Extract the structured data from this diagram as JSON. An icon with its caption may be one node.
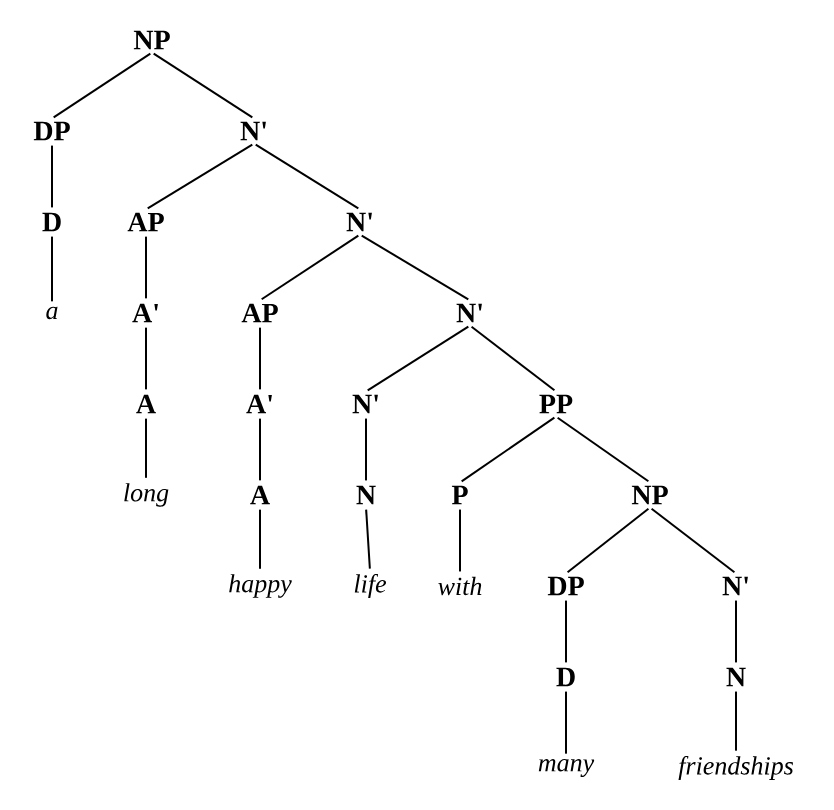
{
  "diagram": {
    "nodes": [
      {
        "text": [
          "NP"
        ]
      },
      {
        "text": [
          "DP"
        ]
      },
      {
        "text": [
          "N'"
        ]
      },
      {
        "text": [
          "D"
        ]
      },
      {
        "text": [
          "AP"
        ]
      },
      {
        "text": [
          "N'"
        ]
      },
      {
        "text": [
          "a"
        ]
      },
      {
        "text": [
          "A'"
        ]
      },
      {
        "text": [
          "AP"
        ]
      },
      {
        "text": [
          "N'"
        ]
      },
      {
        "text": [
          "A"
        ]
      },
      {
        "text": [
          "A'"
        ]
      },
      {
        "text": [
          "N'"
        ]
      },
      {
        "text": [
          "PP"
        ]
      },
      {
        "text": [
          "long"
        ]
      },
      {
        "text": [
          "A"
        ]
      },
      {
        "text": [
          "N"
        ]
      },
      {
        "text": [
          "P"
        ]
      },
      {
        "text": [
          "NP"
        ]
      },
      {
        "text": [
          "happy"
        ]
      },
      {
        "text": [
          "life"
        ]
      },
      {
        "text": [
          "with"
        ]
      },
      {
        "text": [
          "DP"
        ]
      },
      {
        "text": [
          "N'"
        ]
      },
      {
        "text": [
          "D"
        ]
      },
      {
        "text": [
          "N"
        ]
      },
      {
        "text": [
          "many"
        ]
      },
      {
        "text": [
          "friendships"
        ]
      }
    ],
    "edges": [
      {
        "from": 0,
        "to": 1,
        "arrow": "none"
      },
      {
        "from": 0,
        "to": 2,
        "arrow": "none"
      },
      {
        "from": 1,
        "to": 3,
        "arrow": "none"
      },
      {
        "from": 2,
        "to": 4,
        "arrow": "none"
      },
      {
        "from": 2,
        "to": 5,
        "arrow": "none"
      },
      {
        "from": 3,
        "to": 6,
        "arrow": "none"
      },
      {
        "from": 4,
        "to": 7,
        "arrow": "none"
      },
      {
        "from": 5,
        "to": 8,
        "arrow": "none"
      },
      {
        "from": 5,
        "to": 9,
        "arrow": "none"
      },
      {
        "from": 7,
        "to": 10,
        "arrow": "none"
      },
      {
        "from": 8,
        "to": 11,
        "arrow": "none"
      },
      {
        "from": 9,
        "to": 12,
        "arrow": "none"
      },
      {
        "from": 9,
        "to": 13,
        "arrow": "none"
      },
      {
        "from": 10,
        "to": 14,
        "arrow": "none"
      },
      {
        "from": 11,
        "to": 15,
        "arrow": "none"
      },
      {
        "from": 12,
        "to": 16,
        "arrow": "none"
      },
      {
        "from": 13,
        "to": 17,
        "arrow": "none"
      },
      {
        "from": 13,
        "to": 18,
        "arrow": "none"
      },
      {
        "from": 15,
        "to": 19,
        "arrow": "none"
      },
      {
        "from": 16,
        "to": 20,
        "arrow": "none"
      },
      {
        "from": 17,
        "to": 21,
        "arrow": "none"
      },
      {
        "from": 18,
        "to": 22,
        "arrow": "none"
      },
      {
        "from": 18,
        "to": 23,
        "arrow": "none"
      },
      {
        "from": 22,
        "to": 24,
        "arrow": "none"
      },
      {
        "from": 23,
        "to": 25,
        "arrow": "none"
      },
      {
        "from": 24,
        "to": 26,
        "arrow": "none"
      },
      {
        "from": 25,
        "to": 27,
        "arrow": "none"
      }
    ]
  }
}
